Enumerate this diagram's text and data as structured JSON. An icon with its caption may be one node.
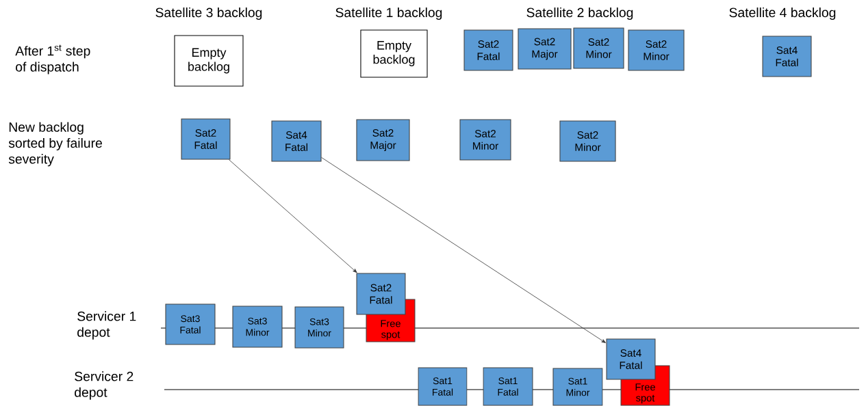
{
  "diagram": {
    "nodes": [
      {
        "text": [
          "Empty backlog"
        ]
      },
      {
        "text": [
          "Empty backlog"
        ]
      },
      {
        "text": [
          "Sat2 Fatal"
        ]
      },
      {
        "text": [
          "Sat2 Major"
        ]
      },
      {
        "text": [
          "Sat2 Minor"
        ]
      },
      {
        "text": [
          "Sat2 Minor"
        ]
      },
      {
        "text": [
          "Sat4 Fatal"
        ]
      },
      {
        "text": [
          "Sat2 Fatal"
        ]
      },
      {
        "text": [
          "Sat4 Fatal"
        ]
      },
      {
        "text": [
          "Sat2 Major"
        ]
      },
      {
        "text": [
          "Sat2 Minor"
        ]
      },
      {
        "text": [
          "Sat2 Minor"
        ]
      },
      {
        "text": [
          "Sat2 Fatal"
        ]
      },
      {
        "text": [
          "Sat3 Fatal"
        ]
      },
      {
        "text": [
          "Sat3 Minor"
        ]
      },
      {
        "text": [
          "Sat3 Minor"
        ]
      },
      {
        "text": [
          "Free spot"
        ]
      },
      {
        "text": [
          "Sat4 Fatal"
        ]
      },
      {
        "text": [
          "Sat1 Fatal"
        ]
      },
      {
        "text": [
          "Sat1 Fatal"
        ]
      },
      {
        "text": [
          "Sat1 Minor"
        ]
      },
      {
        "text": [
          "Free spot"
        ]
      }
    ],
    "edges": [
      {
        "from": 7,
        "to": 12,
        "arrow": "to"
      },
      {
        "from": 8,
        "to": 17,
        "arrow": "to"
      }
    ],
    "labels": [
      "Satellite 3 backlog",
      "Satellite 1 backlog",
      "Satellite 2 backlog",
      "Satellite 4 backlog",
      "After 1$^{st}$ step of dispatch",
      "New backlog sorted by failure severity",
      "Servicer 1 depot",
      "Servicer 2 depot"
    ]
  }
}
